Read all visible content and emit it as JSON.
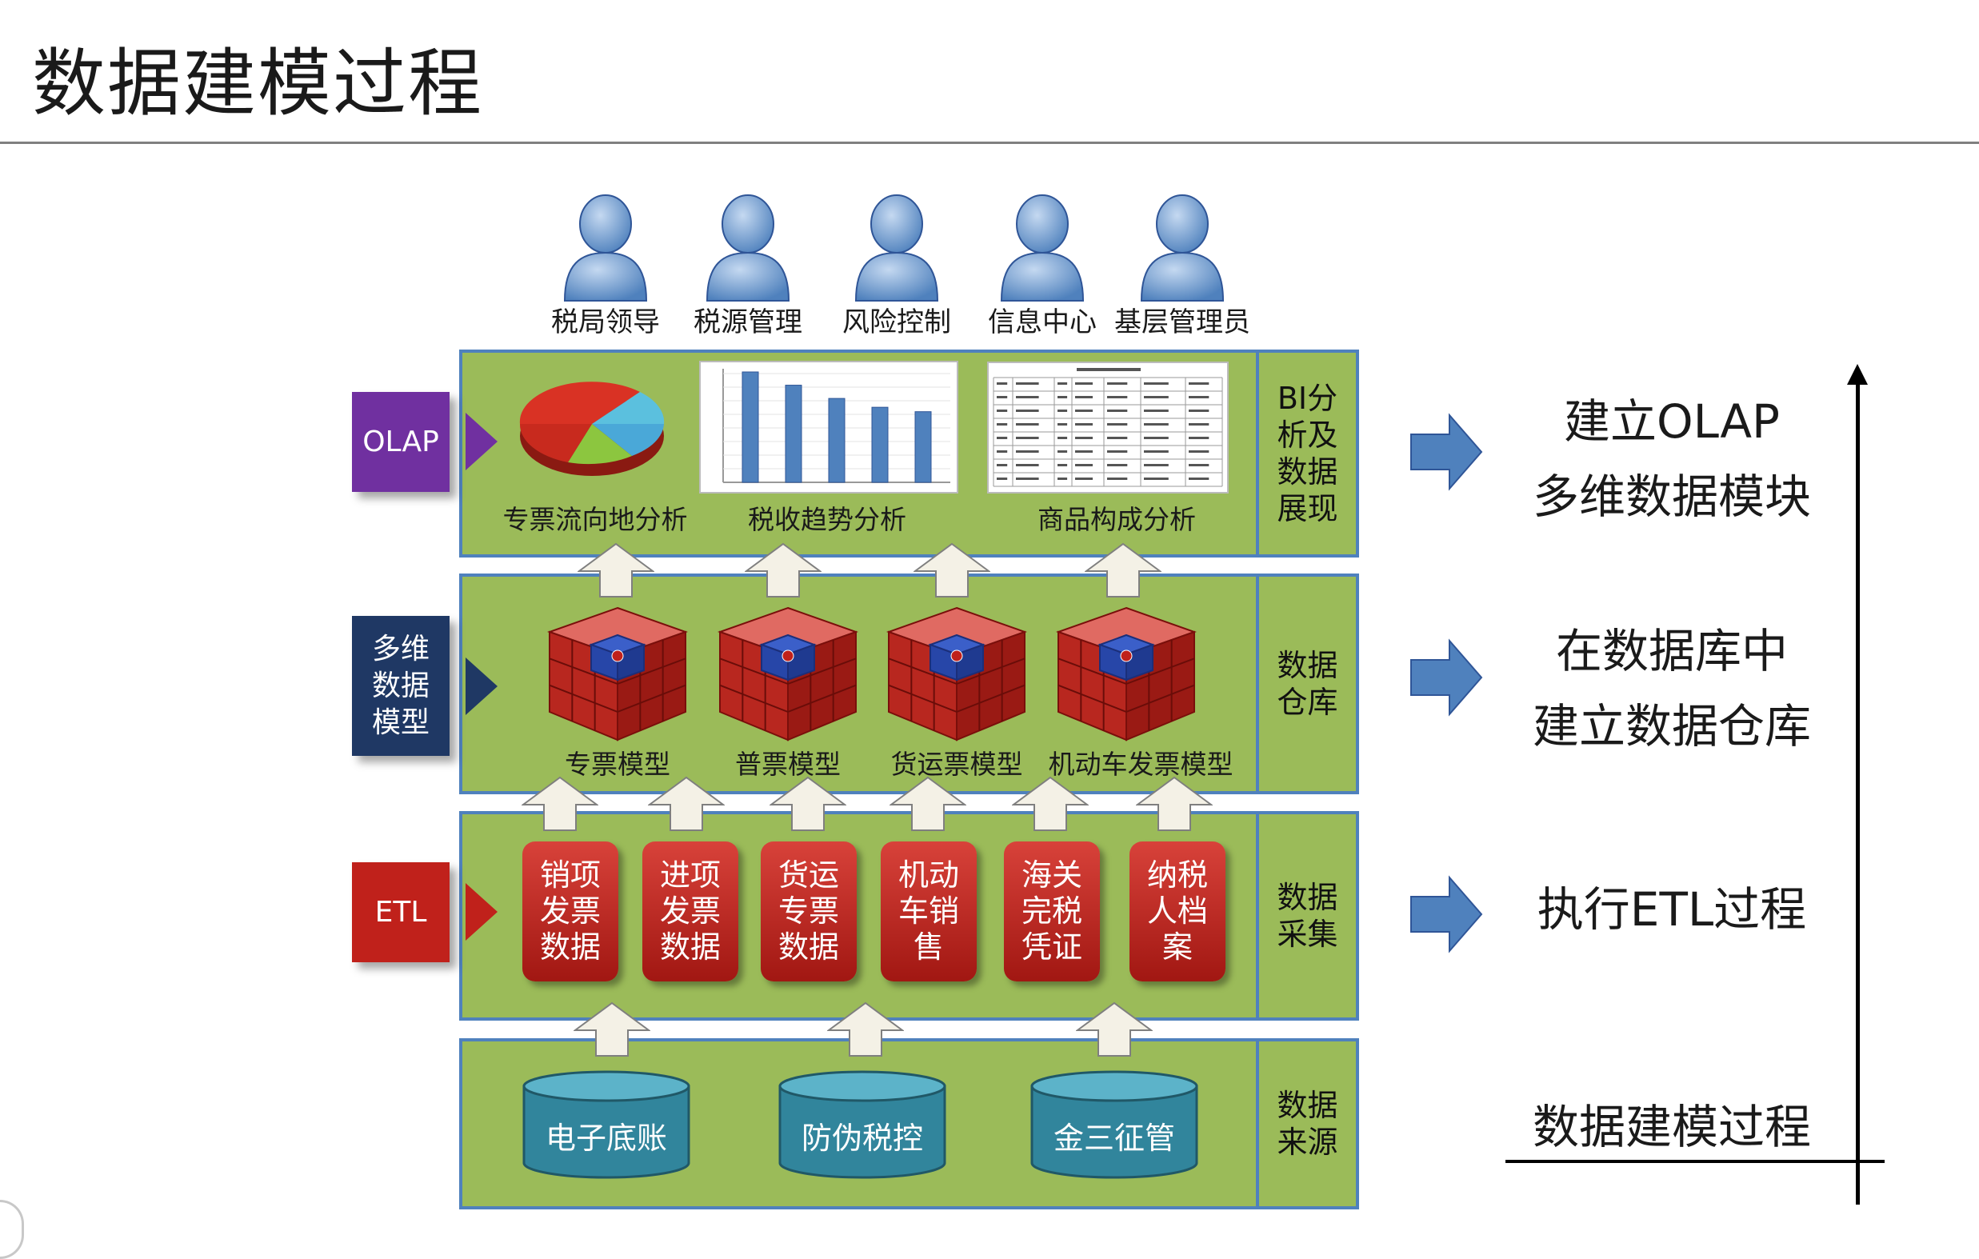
{
  "title": "数据建模过程",
  "users": [
    "税局领导",
    "税源管理",
    "风险控制",
    "信息中心",
    "基层管理员"
  ],
  "process_labels": {
    "olap": "OLAP",
    "multidim": "多维数据模型",
    "etl": "ETL"
  },
  "layers": {
    "bi": "BI分析及数据展现",
    "warehouse": "数据仓库",
    "collect": "数据采集",
    "source": "数据来源"
  },
  "bi_charts": [
    "专票流向地分析",
    "税收趋势分析",
    "商品构成分析"
  ],
  "bar_chart_values": [
    100,
    88,
    76,
    68,
    64
  ],
  "cube_models": [
    "专票模型",
    "普票模型",
    "货运票模型",
    "机动车发票模型"
  ],
  "etl_items": [
    "销项发票数据",
    "进项发票数据",
    "货运专票数据",
    "机动车销售",
    "海关完税凭证",
    "纳税人档案"
  ],
  "sources": [
    "电子底账",
    "防伪税控",
    "金三征管"
  ],
  "side_steps": [
    [
      "建立OLAP",
      "多维数据模块"
    ],
    [
      "在数据库中",
      "建立数据仓库"
    ],
    [
      "执行ETL过程"
    ]
  ],
  "bottom_caption": "数据建模过程",
  "colors": {
    "layer_fill": "#9bbb59",
    "layer_border": "#4f81bd",
    "olap": "#7030a0",
    "multidim": "#1f3864",
    "etl": "#c0211b",
    "blue_arrow": "#4f81bd",
    "database": "#31859c"
  },
  "icons": {
    "user": "user-icon",
    "pie": "pie-chart-icon",
    "cube": "cube-icon",
    "database": "database-icon",
    "arrow": "right-arrow-icon"
  }
}
